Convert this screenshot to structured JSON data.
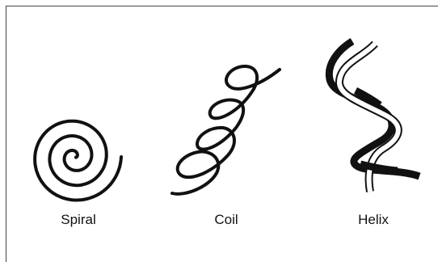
{
  "figures": [
    {
      "name": "spiral",
      "label": "Spiral"
    },
    {
      "name": "coil",
      "label": "Coil"
    },
    {
      "name": "helix",
      "label": "Helix"
    }
  ],
  "colors": {
    "stroke": "#111111",
    "ribbon_fill": "#ffffff",
    "frame": "#444444"
  }
}
